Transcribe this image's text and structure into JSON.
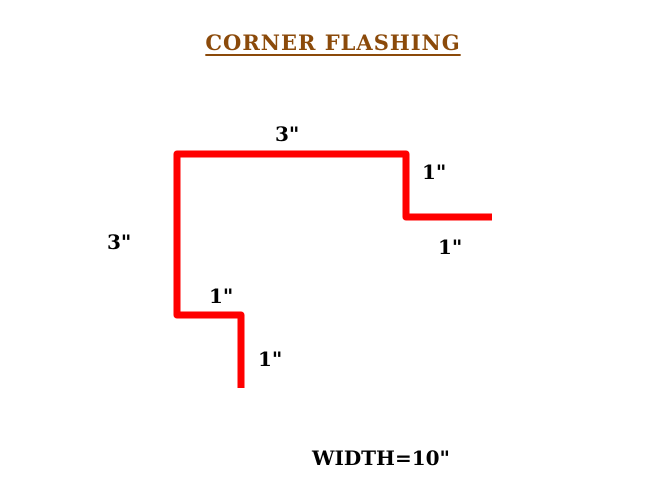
{
  "title": "CORNER FLASHING",
  "colors": {
    "title": "#8b4a0a",
    "profile_line": "#ff0000",
    "text": "#000000",
    "background": "#ffffff"
  },
  "dimensions": {
    "top_flange": "3\"",
    "right_drop": "1\"",
    "right_lip": "1\"",
    "left_height": "3\"",
    "bottom_step": "1\"",
    "bottom_drop": "1\""
  },
  "width_label": "WIDTH=10\""
}
